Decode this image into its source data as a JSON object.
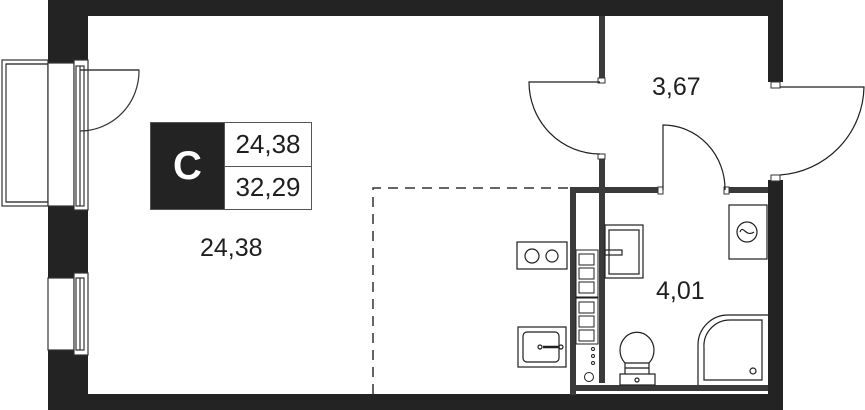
{
  "plan": {
    "type": "studio apartment floor plan",
    "colors": {
      "wall": "#232323",
      "partition": "#3a3a3a",
      "line": "#1f1f1f",
      "background": "#ffffff"
    }
  },
  "badge": {
    "room_type": "C",
    "living_area": "24,38",
    "total_area": "32,29"
  },
  "rooms": [
    {
      "id": "living",
      "area": "24,38"
    },
    {
      "id": "hallway",
      "area": "3,67"
    },
    {
      "id": "bathroom",
      "area": "4,01"
    }
  ],
  "fixtures": [
    "balcony-door-icon",
    "window-icon",
    "entrance-door-icon",
    "bathroom-door-icon",
    "living-door-icon",
    "cooktop-icon",
    "kitchen-sink-icon",
    "kitchen-cabinets-icon",
    "bathroom-sink-icon",
    "toilet-icon",
    "washing-machine-icon",
    "shower-icon"
  ]
}
